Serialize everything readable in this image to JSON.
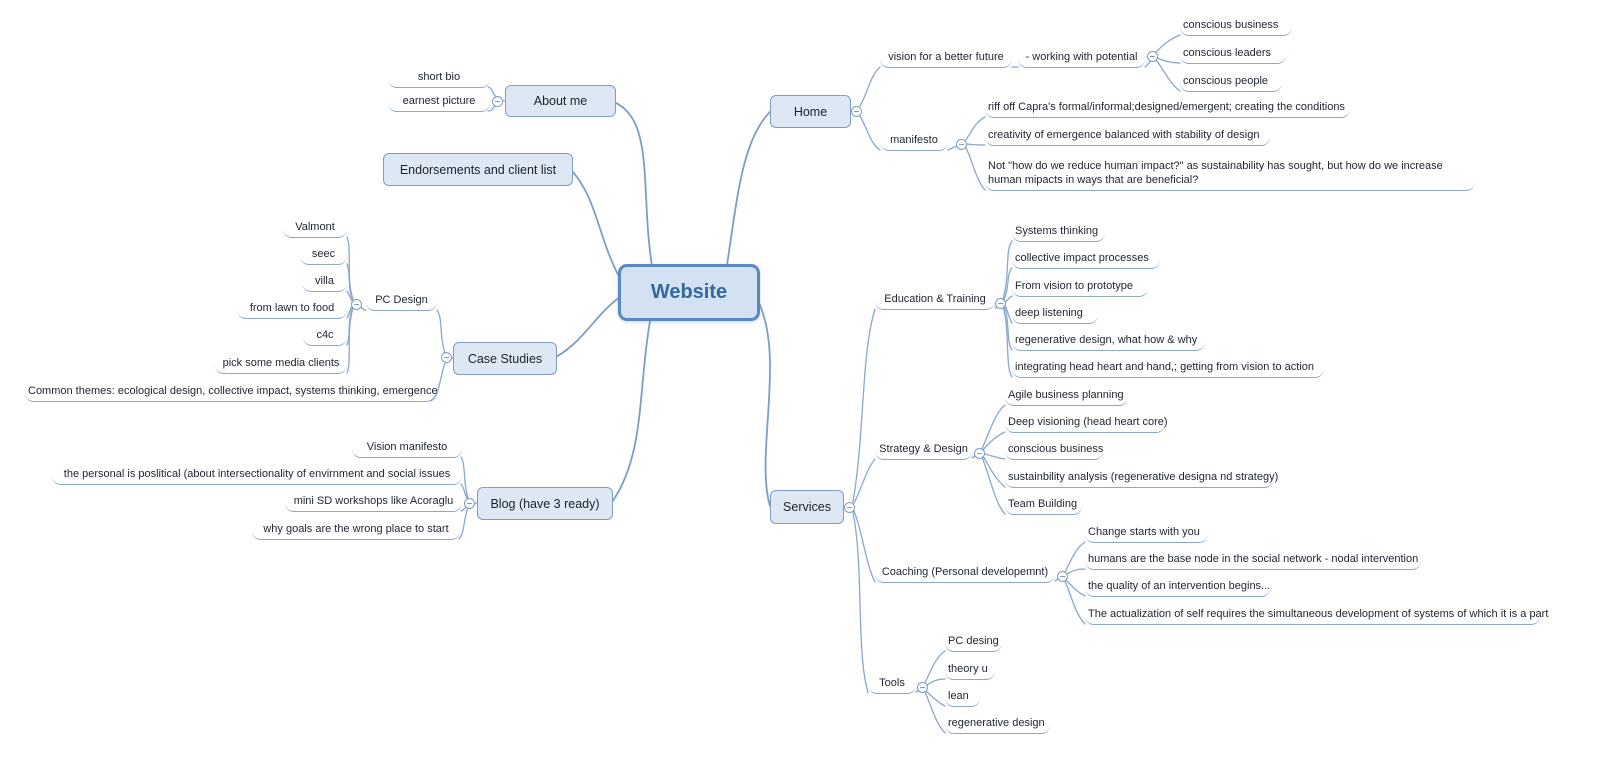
{
  "colors": {
    "branch_line": "#7d9dc4",
    "underline": "#8aa7cc",
    "box_fill": "#dde8f4",
    "box_border": "#7d9dc4",
    "center_fill": "#d2e2f2",
    "center_border": "#5c88c1",
    "center_text": "#36689f",
    "text": "#1f2430"
  },
  "map": {
    "root": "Website",
    "about": {
      "title": "About me",
      "items": [
        "short bio",
        "earnest picture"
      ]
    },
    "endorsements": {
      "title": "Endorsements and client list"
    },
    "case_studies": {
      "title": "Case Studies",
      "pc_design": {
        "title": "PC Design",
        "items": [
          "Valmont",
          "seec",
          "villa",
          "from lawn to food",
          "c4c",
          "pick some media clients"
        ]
      },
      "common_themes": "Common themes:  ecological design, collective impact, systems thinking, emergence"
    },
    "blog": {
      "title": "Blog (have 3 ready)",
      "items": [
        "Vision manifesto",
        "the personal is poslitical (about intersectionality of envirnment and social issues",
        "mini SD workshops like Acoraglu",
        "why goals are the wrong place to start"
      ]
    },
    "home": {
      "title": "Home",
      "vision": {
        "title": "vision for a better future",
        "working": {
          "title": "- working with potential",
          "items": [
            "conscious business",
            "conscious leaders",
            "conscious people"
          ]
        }
      },
      "manifesto": {
        "title": "manifesto",
        "items": [
          "riff off Capra's formal/informal;designed/emergent; creating the conditions",
          "creativity of emergence balanced with stability of design",
          "Not \"how do we reduce human impact?\" as sustainability has sought, but how do we increase human mipacts in ways that are beneficial?"
        ]
      }
    },
    "services": {
      "title": "Services",
      "education": {
        "title": "Education & Training",
        "items": [
          "Systems thinking",
          "collective impact processes",
          "From vision to prototype",
          "deep listening",
          "regenerative design, what how & why",
          "integrating head heart and hand,; getting from vision to action"
        ]
      },
      "strategy": {
        "title": "Strategy & Design",
        "items": [
          "Agile business planning",
          "Deep visioning (head heart core)",
          "conscious business",
          "sustainbility analysis (regenerative designa nd strategy)",
          "Team Building"
        ]
      },
      "coaching": {
        "title": "Coaching (Personal developemnt)",
        "items": [
          "Change starts with you",
          "humans are the base node in the social network - nodal intervention",
          "the quality of an intervention begins...",
          "The actualization of self requires the simultaneous development of systems of which it is a part"
        ]
      },
      "tools": {
        "title": "Tools",
        "items": [
          "PC desing",
          "theory u",
          "lean",
          "regenerative design"
        ]
      }
    }
  }
}
